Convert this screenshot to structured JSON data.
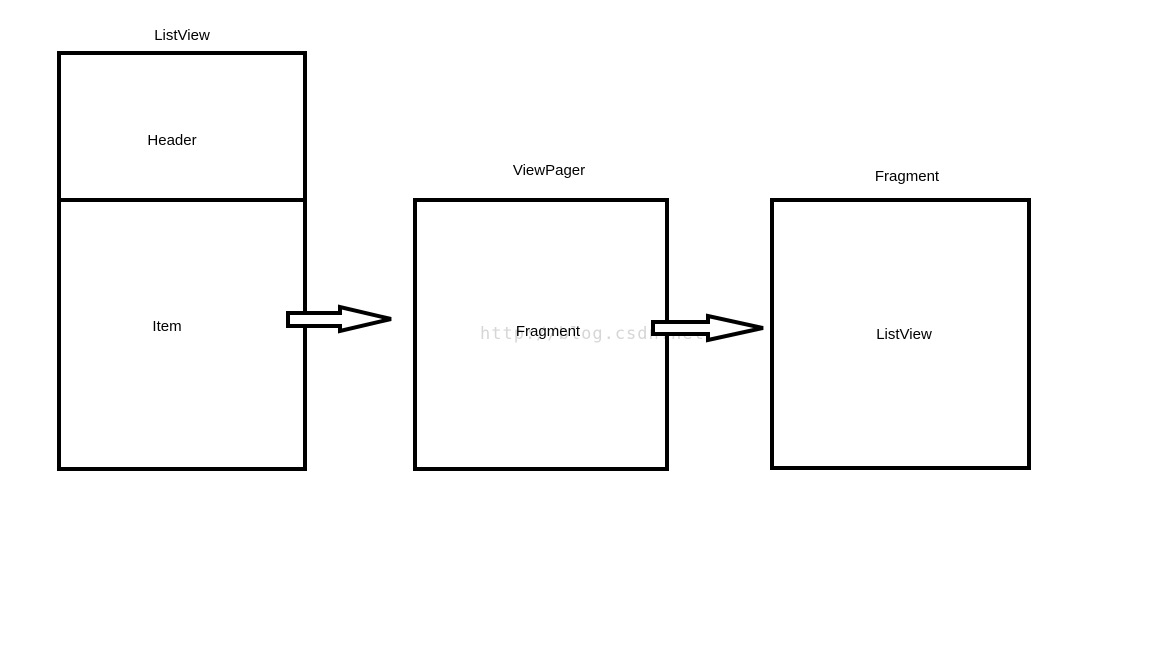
{
  "diagram": {
    "listview_box": {
      "title": "ListView",
      "header_label": "Header",
      "item_label": "Item"
    },
    "viewpager_box": {
      "title": "ViewPager",
      "content_label": "Fragment"
    },
    "fragment_box": {
      "title": "Fragment",
      "content_label": "ListView"
    },
    "watermark": "http://blog.csdn.net/"
  },
  "colors": {
    "stroke": "#000000",
    "background": "#ffffff",
    "watermark": "#d6d6d6"
  }
}
